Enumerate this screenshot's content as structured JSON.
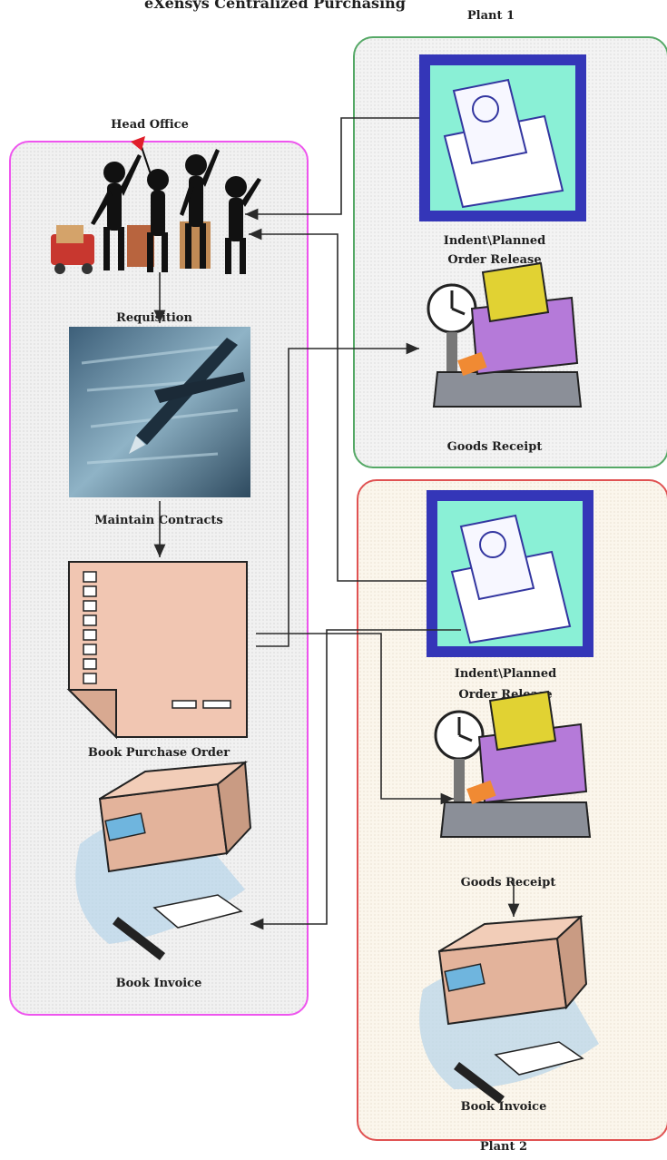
{
  "diagram": {
    "title": "eXensys Centralized Purchasing",
    "plant1_label": "Plant 1",
    "plant2_label": "Plant 2",
    "head_office": {
      "label": "Head Office",
      "requisition": "Requisition",
      "maintain_contracts": "Maintain Contracts",
      "book_purchase_order": "Book Purchase Order",
      "book_invoice": "Book Invoice"
    },
    "plant1": {
      "indent_line1": "Indent\\Planned",
      "indent_line2": "Order Release",
      "goods_receipt": "Goods Receipt"
    },
    "plant2": {
      "indent_line1": "Indent\\Planned",
      "indent_line2": "Order Release",
      "goods_receipt": "Goods Receipt",
      "book_invoice": "Book Invoice"
    },
    "colors": {
      "head_office_border": "#ee55ee",
      "plant1_border": "#55a866",
      "plant2_border": "#e05252",
      "connector": "#2a2a2a"
    }
  }
}
